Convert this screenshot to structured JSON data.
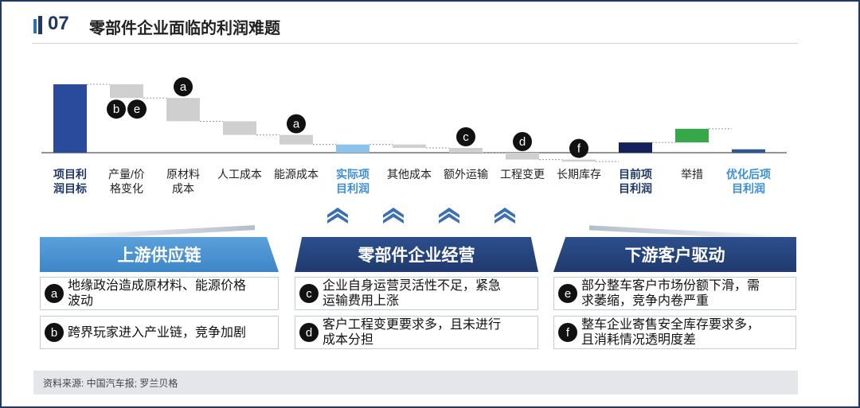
{
  "header": {
    "number": "07",
    "title": "零部件企业面临的利润难题"
  },
  "chart_data": {
    "type": "bar",
    "subtype": "waterfall",
    "categories": [
      {
        "label": [
          "项目利",
          "润目标"
        ],
        "kind": "total",
        "badges": []
      },
      {
        "label": [
          "产量/价",
          "格变化"
        ],
        "kind": "decrease",
        "badges": [
          "b",
          "e"
        ]
      },
      {
        "label": [
          "原材料",
          "成本"
        ],
        "kind": "decrease",
        "badges": [
          "a"
        ]
      },
      {
        "label": [
          "人工成本"
        ],
        "kind": "decrease",
        "badges": []
      },
      {
        "label": [
          "能源成本"
        ],
        "kind": "decrease",
        "badges": [
          "a"
        ]
      },
      {
        "label": [
          "实际项",
          "目利润"
        ],
        "kind": "subtotal",
        "badges": []
      },
      {
        "label": [
          "其他成本"
        ],
        "kind": "decrease",
        "badges": []
      },
      {
        "label": [
          "额外运输"
        ],
        "kind": "decrease",
        "badges": [
          "c"
        ]
      },
      {
        "label": [
          "工程变更"
        ],
        "kind": "decrease",
        "badges": [
          "d"
        ]
      },
      {
        "label": [
          "长期库存"
        ],
        "kind": "decrease",
        "badges": [
          "f"
        ]
      },
      {
        "label": [
          "目前项",
          "目利润"
        ],
        "kind": "total2",
        "badges": []
      },
      {
        "label": [
          "举措"
        ],
        "kind": "increase",
        "badges": []
      },
      {
        "label": [
          "优化后项",
          "目利润"
        ],
        "kind": "result",
        "badges": []
      }
    ],
    "values": [
      100,
      -20,
      -34,
      -20,
      -14,
      12,
      -5,
      -7,
      -10,
      -3,
      15,
      20,
      5
    ],
    "colors": {
      "total": "#2a4b9b",
      "decrease": "#cfcfcf",
      "subtotal": "#8cc3ea",
      "total2": "#14215a",
      "increase": "#36a84a",
      "result": "#2e5a92"
    }
  },
  "sections": [
    {
      "title": "上游供应链",
      "items": [
        {
          "badge": "a",
          "text": [
            "地缘政治造成原材料、能源价格",
            "波动"
          ]
        },
        {
          "badge": "b",
          "text": [
            "跨界玩家进入产业链，竞争加剧"
          ]
        }
      ]
    },
    {
      "title": "零部件企业经营",
      "items": [
        {
          "badge": "c",
          "text": [
            "企业自身运营灵活性不足，紧急",
            "运输费用上涨"
          ]
        },
        {
          "badge": "d",
          "text": [
            "客户工程变更要求多，且未进行",
            "成本分担"
          ]
        }
      ]
    },
    {
      "title": "下游客户驱动",
      "items": [
        {
          "badge": "e",
          "text": [
            "部分整车客户市场份额下滑，需",
            "求萎缩，竞争内卷严重"
          ]
        },
        {
          "badge": "f",
          "text": [
            "整车企业寄售安全库存要求多，",
            "且消耗情况透明度差"
          ]
        }
      ]
    }
  ],
  "source": "资料来源: 中国汽车报; 罗兰贝格"
}
